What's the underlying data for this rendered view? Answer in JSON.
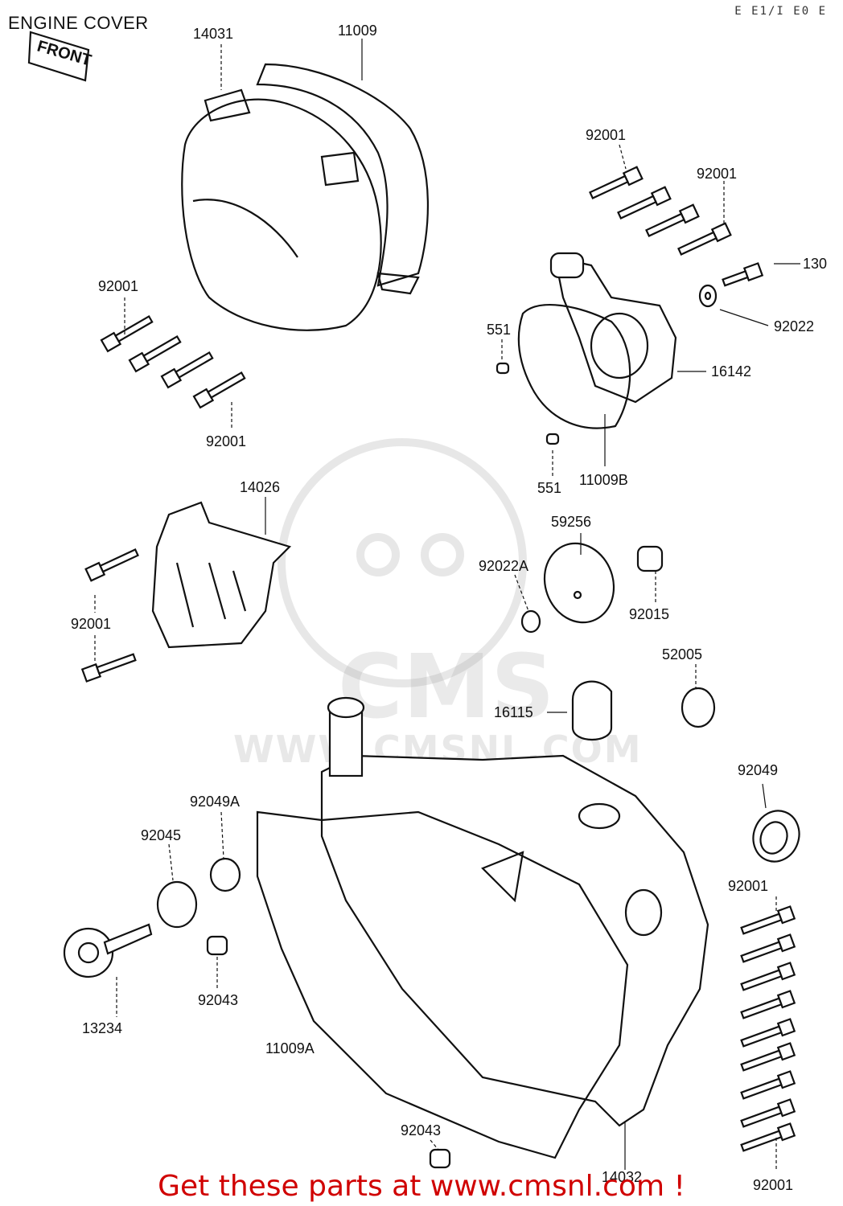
{
  "title": "ENGINE COVER",
  "diagram_code": "E E1/I E0 E",
  "front_tag": "FRONT",
  "watermark_url": "WWW.CMSNL.COM",
  "watermark_brand": "CMS",
  "banner": "Get these parts at www.cmsnl.com !",
  "colors": {
    "banner": "#d00000",
    "ink": "#111111"
  },
  "labels": {
    "p14031": "14031",
    "p11009": "11009",
    "p92001_tr1": "92001",
    "p92001_tr2": "92001",
    "p130": "130",
    "p92022": "92022",
    "p16142": "16142",
    "p551_a": "551",
    "p551_b": "551",
    "p11009b": "11009B",
    "p92001_l1": "92001",
    "p92001_l2": "92001",
    "p14026": "14026",
    "p92001_l3": "92001",
    "p59256": "59256",
    "p92022a": "92022A",
    "p92015": "92015",
    "p52005": "52005",
    "p16115": "16115",
    "p92049": "92049",
    "p92049a": "92049A",
    "p92045": "92045",
    "p92001_r": "92001",
    "p13234": "13234",
    "p92043_a": "92043",
    "p11009a": "11009A",
    "p92043_b": "92043",
    "p14032": "14032",
    "p92001_br": "92001"
  }
}
